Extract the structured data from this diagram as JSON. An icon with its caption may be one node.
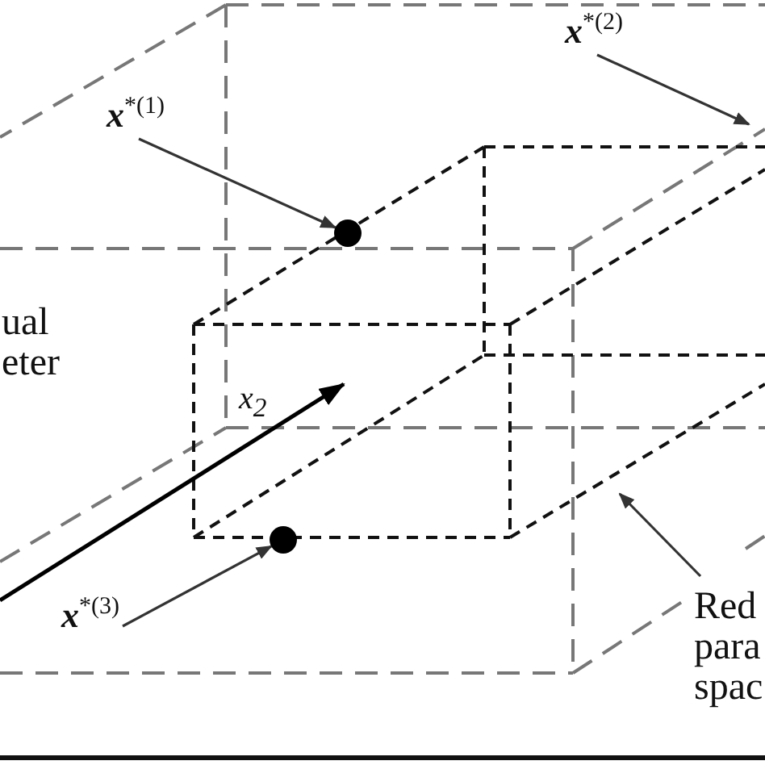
{
  "diagram": {
    "nodes": [
      {
        "text": [
          "x$^{*(1)}$"
        ]
      },
      {
        "text": [],
        "shape": "circle"
      },
      {
        "text": [
          "x$^{*(2)}$"
        ]
      },
      {
        "text": [
          "x$^{*(3)}$"
        ]
      },
      {
        "text": [],
        "shape": "circle"
      },
      {
        "text": [
          "ual eter"
        ]
      },
      {
        "text": [
          "Red para spac"
        ]
      }
    ],
    "edges": [
      {
        "from": 0,
        "to": 1,
        "arrow": "to"
      },
      {
        "from": 2,
        "to": null,
        "arrow": "to"
      },
      {
        "from": 3,
        "to": 4,
        "arrow": "to"
      },
      {
        "from": 6,
        "to": null,
        "arrow": "to"
      }
    ],
    "labels": [
      "x$_{2}$"
    ]
  }
}
